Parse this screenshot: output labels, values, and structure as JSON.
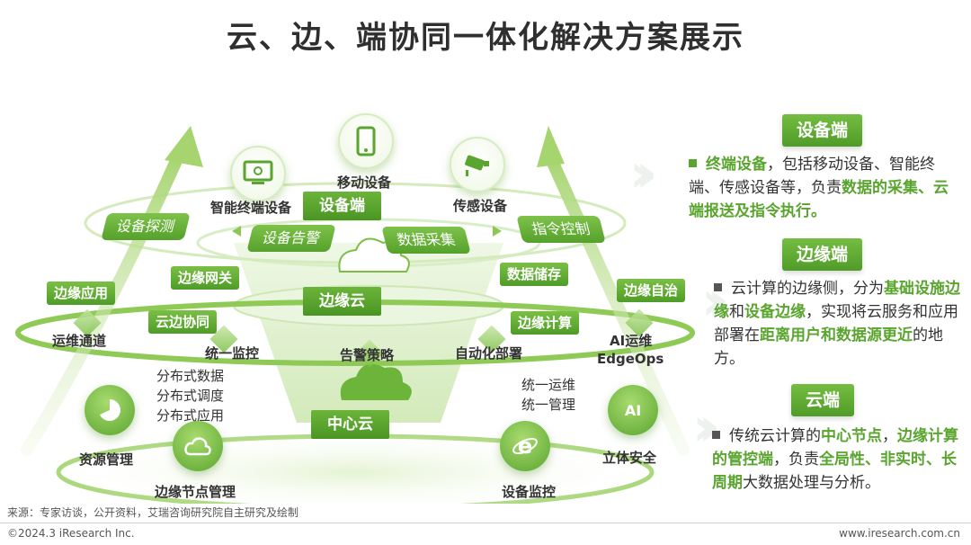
{
  "title": "云、边、端协同一体化解决方案展示",
  "diagram": {
    "top_icons": [
      {
        "name": "smart-terminal",
        "label": "智能终端设备"
      },
      {
        "name": "mobile-device",
        "label": "移动设备"
      },
      {
        "name": "sensor-device",
        "label": "传感设备"
      }
    ],
    "device_block": "设备端",
    "device_pills": [
      "设备探测",
      "设备告警",
      "数据采集",
      "指令控制"
    ],
    "edge_tags": {
      "edge_gateway": "边缘网关",
      "data_storage": "数据储存",
      "edge_app": "边缘应用",
      "edge_autonomy": "边缘自治",
      "cloud_edge_coop": "云边协同",
      "edge_compute": "边缘计算"
    },
    "edge_block": "边缘云",
    "ring_labels": {
      "ops_channel": "运维通道",
      "monitor": "统一监控",
      "alert": "告警策略",
      "auto_deploy": "自动化部署",
      "ai_ops_1": "AI运维",
      "ai_ops_2": "EdgeOps"
    },
    "distributed": [
      "分布式数据",
      "分布式调度",
      "分布式应用"
    ],
    "unified": [
      "统一运维",
      "统一管理"
    ],
    "center_block": "中心云",
    "bottom_labels": {
      "resource": "资源管理",
      "edge_node": "边缘节点管理",
      "device_monitor": "设备监控",
      "security": "立体安全"
    },
    "ai_badge": "AI"
  },
  "panel": {
    "device": {
      "heading": "设备端",
      "text": [
        {
          "t": "终端设备",
          "h": true
        },
        {
          "t": "，包括移动设备、智能终端、传感设备等，负责",
          "h": false
        },
        {
          "t": "数据的采集、云端报送及指令执行。",
          "h": true
        }
      ]
    },
    "edge": {
      "heading": "边缘端",
      "text": [
        {
          "t": "云计算的边缘侧，分为",
          "h": false
        },
        {
          "t": "基础设施边缘",
          "h": true
        },
        {
          "t": "和",
          "h": false
        },
        {
          "t": "设备边缘",
          "h": true
        },
        {
          "t": "，实现将云服务和应用部署在",
          "h": false
        },
        {
          "t": "距离用户和数据源更近",
          "h": true
        },
        {
          "t": "的地方。",
          "h": false
        }
      ]
    },
    "cloud": {
      "heading": "云端",
      "text": [
        {
          "t": "传统云计算的",
          "h": false
        },
        {
          "t": "中心节点",
          "h": true
        },
        {
          "t": "，",
          "h": false
        },
        {
          "t": "边缘计算的管控端",
          "h": true
        },
        {
          "t": "，负责",
          "h": false
        },
        {
          "t": "全局性、非实时、长周期",
          "h": true
        },
        {
          "t": "大数据处理与分析。",
          "h": false
        }
      ]
    }
  },
  "footer": {
    "source": "来源：专家访谈，公开资料，艾瑞咨询研究院自主研究及绘制",
    "copyright": "©2024.3 iResearch Inc.",
    "site": "www.iresearch.com.cn"
  },
  "colors": {
    "accent": "#5aa52f",
    "accent_dark": "#4a9524",
    "text": "#333333"
  }
}
